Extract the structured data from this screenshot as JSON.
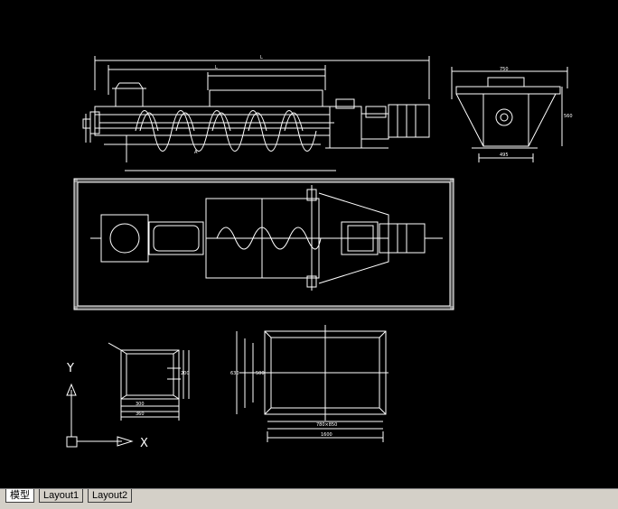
{
  "app": {
    "colors": {
      "background": "#000000",
      "lines": "#ffffff",
      "tabbar": "#d4d0c8"
    }
  },
  "drawing": {
    "ucs": {
      "x_label": "X",
      "y_label": "Y"
    },
    "dims": {
      "top_L": "L",
      "top_L1": "L",
      "top_A": "A",
      "right_top": "750",
      "right_bottom": "495",
      "right_side": "560",
      "flange_side": "200",
      "flange_bottom1": "300",
      "flange_bottom2": "360",
      "rect_bottom": "1600",
      "rect_mid": "780×850",
      "rect_left": "630",
      "rect_left2": "500"
    }
  },
  "tabs": [
    {
      "label": "模型",
      "active": true
    },
    {
      "label": "Layout1",
      "active": false
    },
    {
      "label": "Layout2",
      "active": false
    }
  ]
}
